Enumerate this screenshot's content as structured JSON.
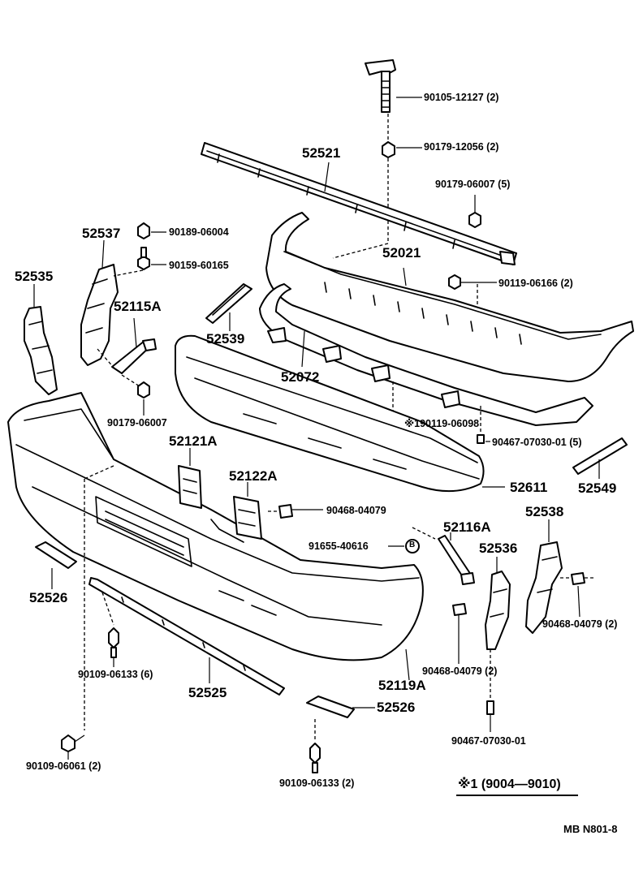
{
  "labels": {
    "p52521": "52521",
    "p52021": "52021",
    "p52537": "52537",
    "p52535": "52535",
    "p52115A": "52115A",
    "p52539": "52539",
    "p52072": "52072",
    "p52121A": "52121A",
    "p52122A": "52122A",
    "p52611": "52611",
    "p52549": "52549",
    "p52116A": "52116A",
    "p52538": "52538",
    "p52536": "52536",
    "p52526a": "52526",
    "p52526b": "52526",
    "p52525": "52525",
    "p52119A": "52119A",
    "f90105": "90105-12127 (2)",
    "f90179_12056": "90179-12056 (2)",
    "f90179_06007_5": "90179-06007 (5)",
    "f90189": "90189-06004",
    "f90159": "90159-60165",
    "f90119_06166": "90119-06166 (2)",
    "f90179_06007": "90179-06007",
    "f90119_06098": "※190119-06098",
    "f90467_01_5": "90467-07030-01 (5)",
    "f90468_a": "90468-04079",
    "f91655": "91655-40616",
    "circleB": "B",
    "f90468_b": "90468-04079 (2)",
    "f90468_c": "90468-04079 (2)",
    "f90467_01": "90467-07030-01",
    "f90109_06133_6": "90109-06133 (6)",
    "f90109_06061": "90109-06061 (2)",
    "f90109_06133_2": "90109-06133 (2)",
    "note": "※1 (9004—9010)",
    "code": "MB  N801-8"
  }
}
